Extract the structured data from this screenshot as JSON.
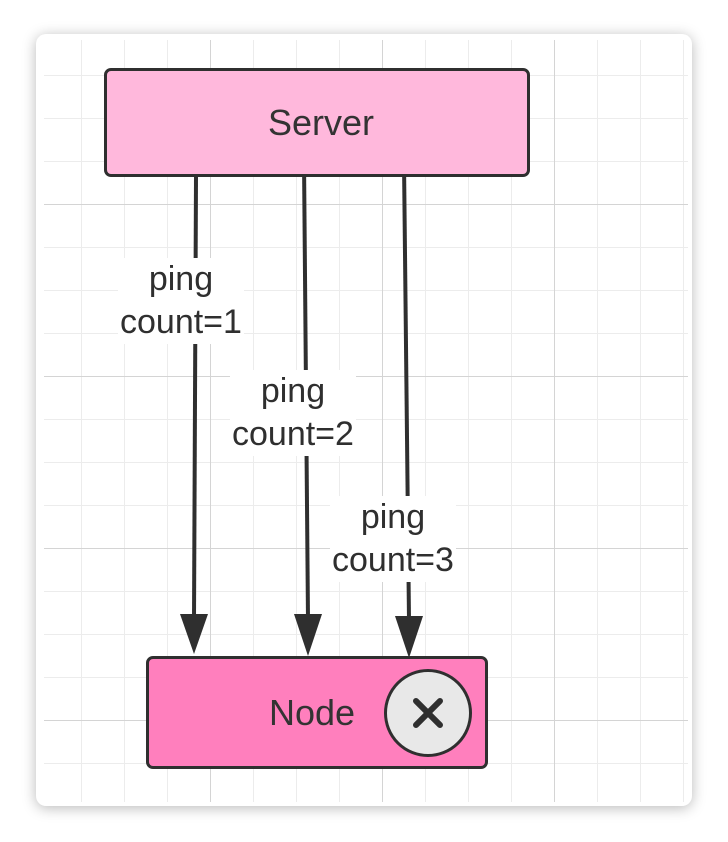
{
  "diagram": {
    "server": {
      "label": "Server"
    },
    "node": {
      "label": "Node"
    },
    "edges": [
      {
        "from": "Server",
        "to": "Node",
        "line1": "ping",
        "line2": "count=1"
      },
      {
        "from": "Server",
        "to": "Node",
        "line1": "ping",
        "line2": "count=2"
      },
      {
        "from": "Server",
        "to": "Node",
        "line1": "ping",
        "line2": "count=3"
      }
    ],
    "close_icon": "close-icon",
    "colors": {
      "server_fill": "#ffb8dc",
      "node_fill": "#ff7fbd",
      "stroke": "#2f2f2f",
      "close_fill": "#e8e8e8"
    }
  }
}
